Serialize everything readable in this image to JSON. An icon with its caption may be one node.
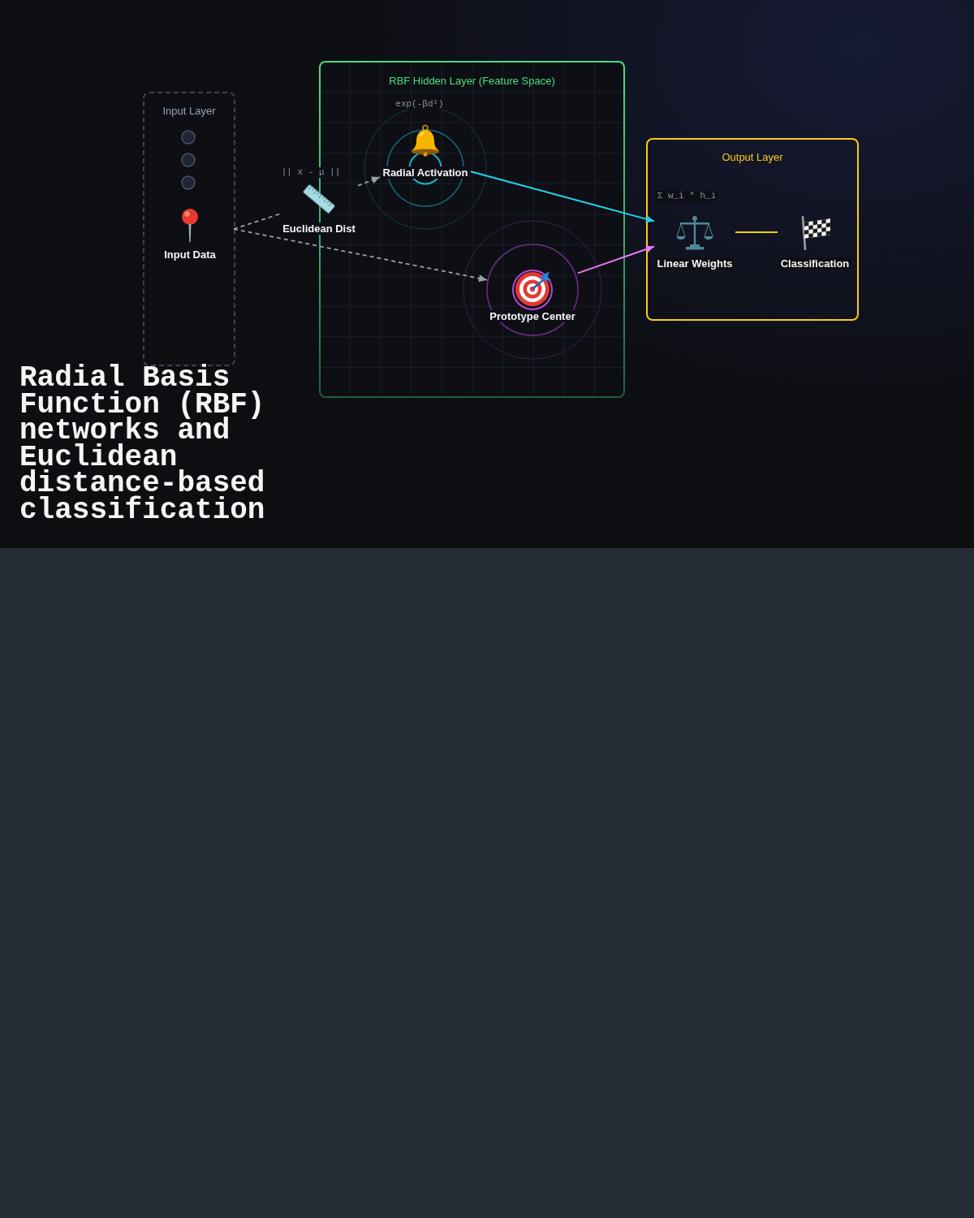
{
  "diagram": {
    "title": "Radial Basis Function (RBF) networks and Euclidean distance-based classification",
    "nodes": [
      {
        "text": [
          "Input Layer"
        ]
      },
      {
        "text": [
          "Input Data"
        ],
        "in": 0
      },
      {
        "text": [
          "RBF Hidden Layer (Feature Space)"
        ]
      },
      {
        "text": [
          "Euclidean Dist"
        ],
        "beside": [
          "|| x - μ ||"
        ]
      },
      {
        "text": [
          "Radial Activation"
        ],
        "in": 2,
        "beside": [
          "exp(-βd²)"
        ]
      },
      {
        "text": [
          "Prototype Center"
        ],
        "in": 2
      },
      {
        "text": [
          "Output Layer"
        ]
      },
      {
        "text": [
          "Linear Weights"
        ],
        "in": 6,
        "beside": [
          "Σ w_i * h_i"
        ]
      },
      {
        "text": [
          "Classification"
        ],
        "in": 6
      }
    ],
    "edges": [
      {
        "from": 1,
        "to": 3,
        "arrow": "none",
        "style": "dashed"
      },
      {
        "from": 3,
        "to": 4,
        "arrow": "to",
        "style": "dashed"
      },
      {
        "from": 1,
        "to": 5,
        "arrow": "to",
        "style": "dashed"
      },
      {
        "from": 4,
        "to": 7,
        "arrow": "to",
        "color": "#22d3ee"
      },
      {
        "from": 5,
        "to": 7,
        "arrow": "to",
        "color": "#e879f9"
      },
      {
        "from": 7,
        "to": 8,
        "arrow": "none",
        "color": "#facc15"
      }
    ]
  }
}
